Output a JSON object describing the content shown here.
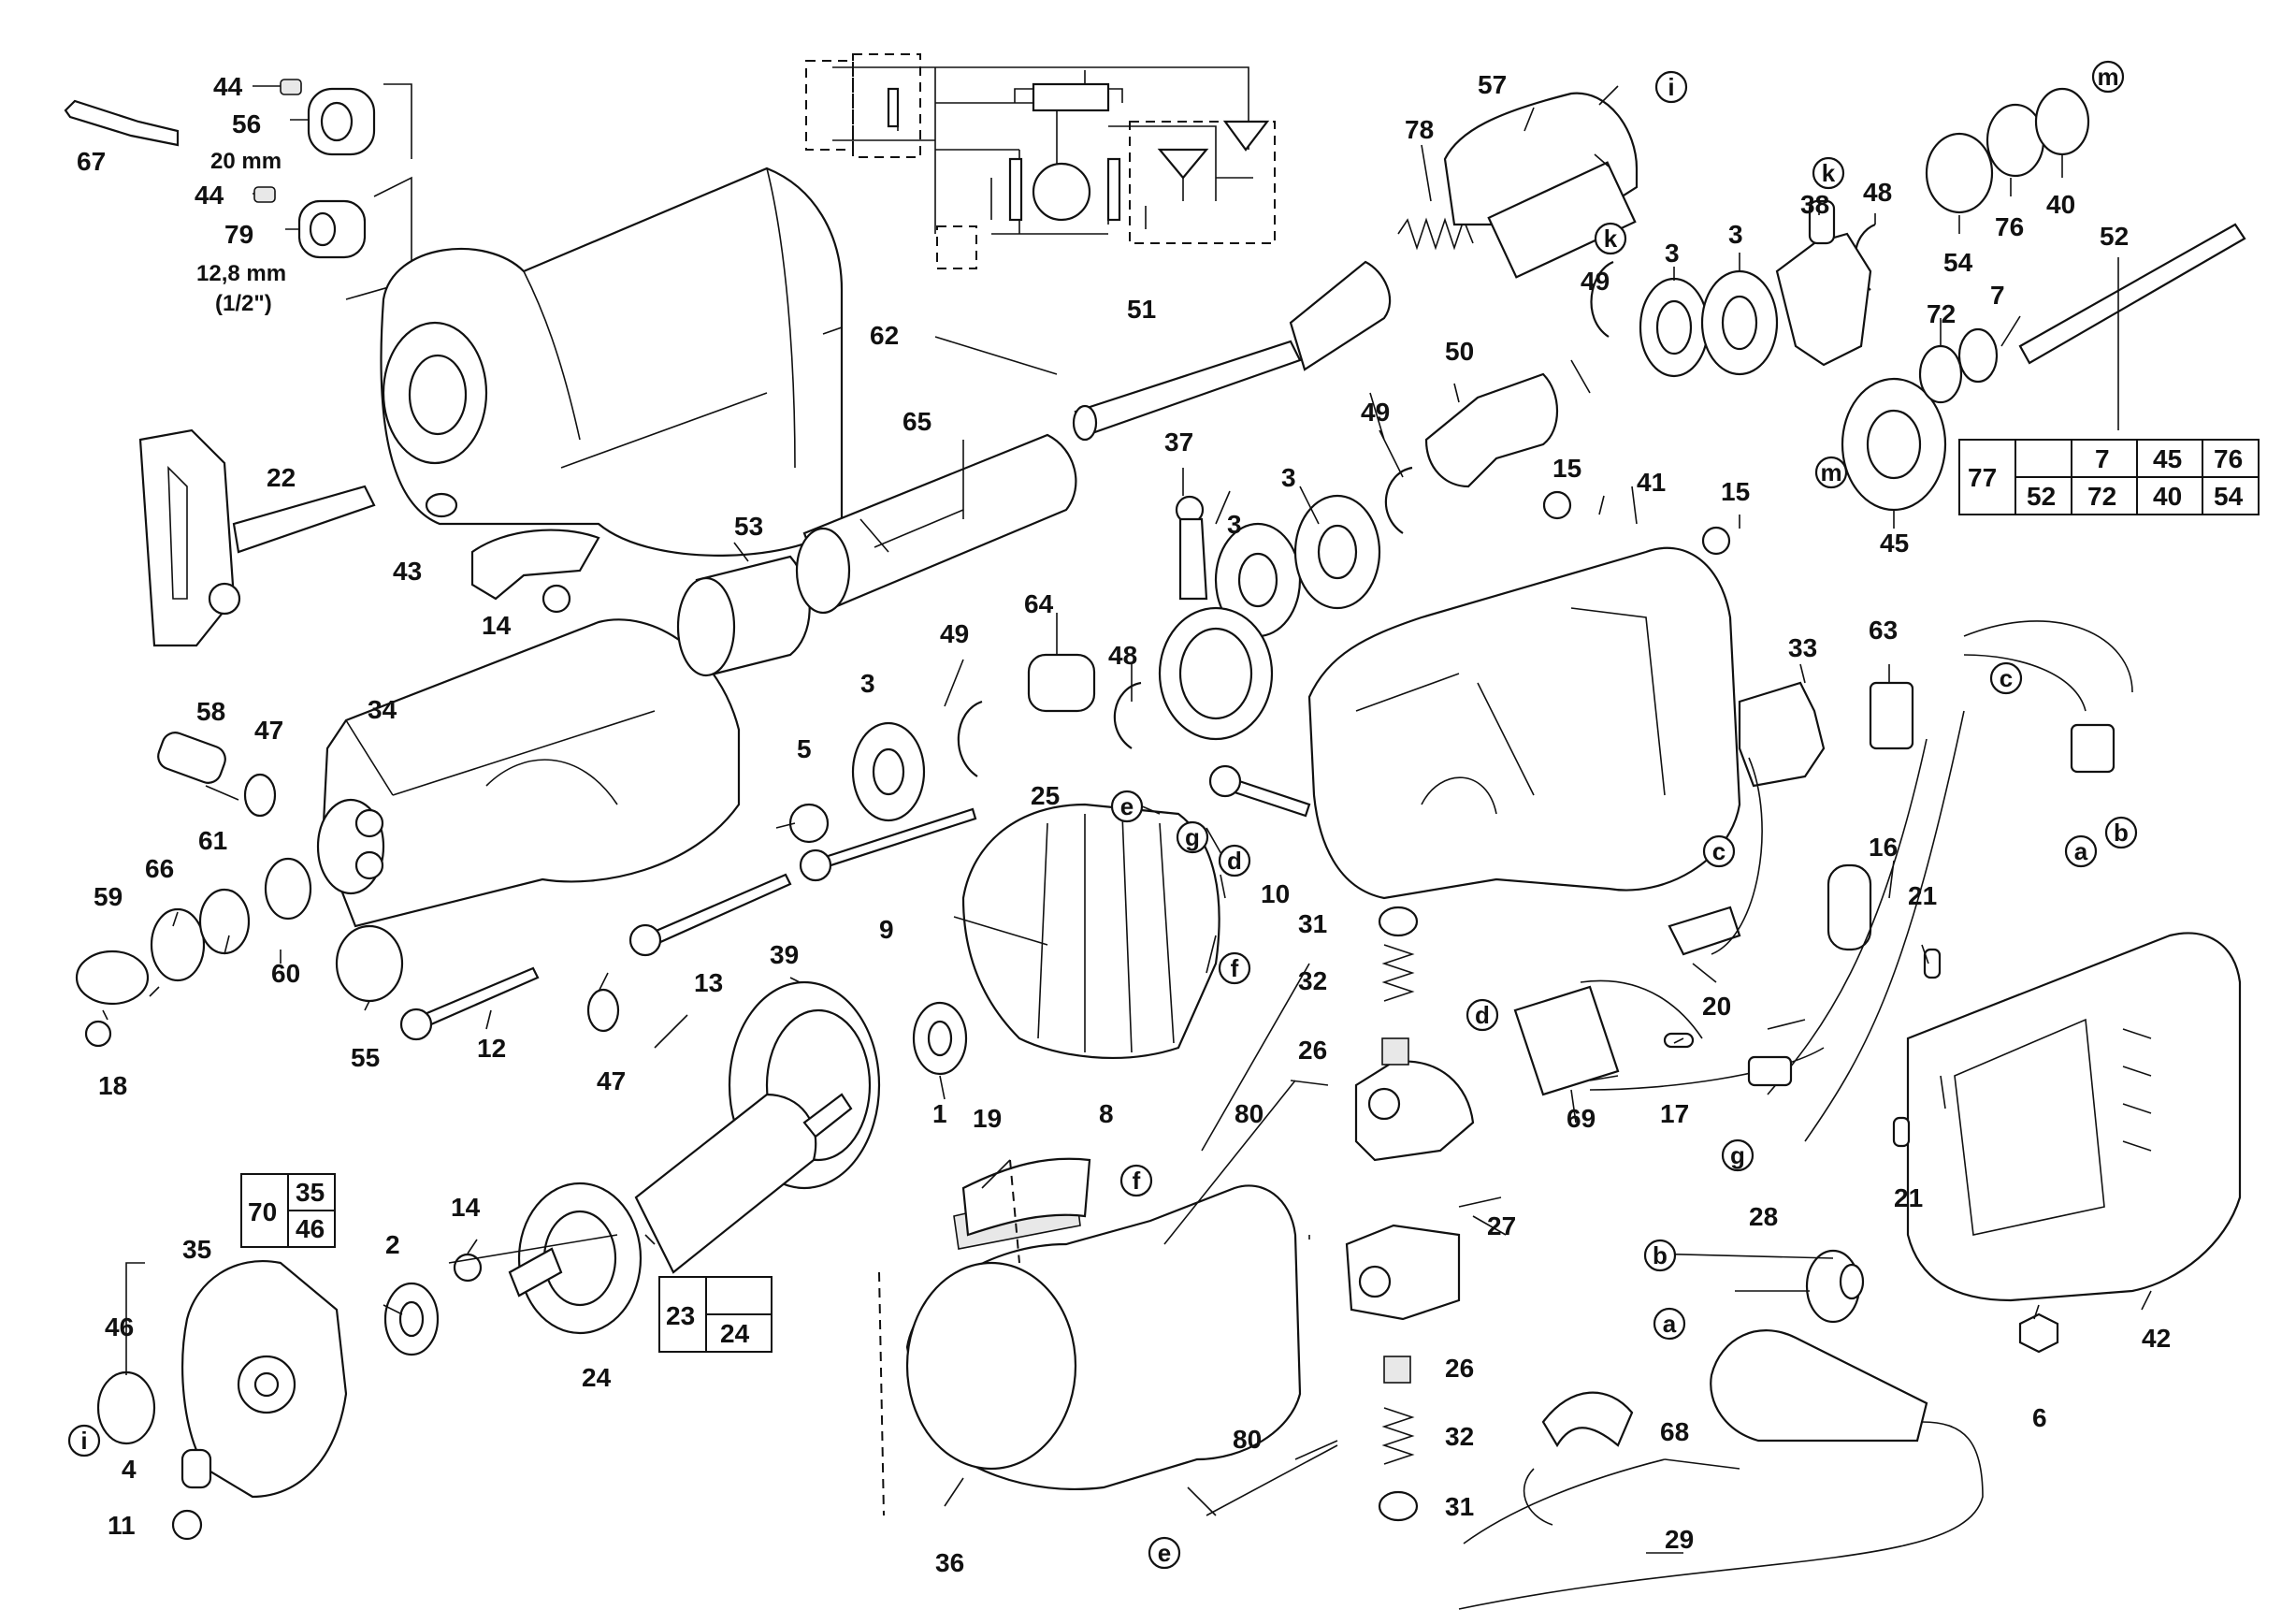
{
  "labels": {
    "p1": "1",
    "p2": "2",
    "p3a": "3",
    "p3b": "3",
    "p3c": "3",
    "p3d": "3",
    "p3e": "3",
    "p4": "4",
    "p5": "5",
    "p6": "6",
    "p7": "7",
    "p8": "8",
    "p9": "9",
    "p10": "10",
    "p11": "11",
    "p12": "12",
    "p13": "13",
    "p14a": "14",
    "p14b": "14",
    "p15a": "15",
    "p15b": "15",
    "p16": "16",
    "p17": "17",
    "p18": "18",
    "p19": "19",
    "p20": "20",
    "p21a": "21",
    "p21b": "21",
    "p22": "22",
    "p24": "24",
    "p25": "25",
    "p26a": "26",
    "p26b": "26",
    "p27": "27",
    "p28": "28",
    "p29": "29",
    "p31a": "31",
    "p31b": "31",
    "p32a": "32",
    "p32b": "32",
    "p33": "33",
    "p34": "34",
    "p35": "35",
    "p36": "36",
    "p37": "37",
    "p38": "38",
    "p39": "39",
    "p40": "40",
    "p41": "41",
    "p42": "42",
    "p43": "43",
    "p44a": "44",
    "p44b": "44",
    "p45": "45",
    "p46": "46",
    "p47a": "47",
    "p47b": "47",
    "p48a": "48",
    "p48b": "48",
    "p49a": "49",
    "p49b": "49",
    "p49c": "49",
    "p50": "50",
    "p51": "51",
    "p52": "52",
    "p53": "53",
    "p54": "54",
    "p55": "55",
    "p56": "56",
    "p57": "57",
    "p58": "58",
    "p59": "59",
    "p60": "60",
    "p61": "61",
    "p62": "62",
    "p63": "63",
    "p64": "64",
    "p65": "65",
    "p66": "66",
    "p67": "67",
    "p68": "68",
    "p69": "69",
    "p72": "72",
    "p76": "76",
    "p78": "78",
    "p79": "79",
    "p80a": "80",
    "p80b": "80"
  },
  "notes": {
    "size_56": "20 mm",
    "size_79": "12,8 mm",
    "size_79_inch": "(1/2\")"
  },
  "callouts": {
    "a1": "a",
    "a2": "a",
    "b1": "b",
    "b2": "b",
    "c1": "c",
    "c2": "c",
    "d1": "d",
    "d2": "d",
    "e1": "e",
    "e2": "e",
    "f1": "f",
    "f2": "f",
    "g1": "g",
    "g2": "g",
    "i1": "i",
    "i2": "i",
    "k1": "k",
    "k2": "k",
    "m1": "m",
    "m2": "m"
  },
  "kit_tables": {
    "kit_77": {
      "kit": "77",
      "row1": [
        "7",
        "45",
        "76"
      ],
      "row2": [
        "52",
        "72",
        "40",
        "54"
      ]
    },
    "kit_70": {
      "kit": "70",
      "items": [
        "35",
        "46"
      ]
    },
    "kit_23": {
      "kit": "23",
      "items": [
        "24"
      ]
    }
  }
}
